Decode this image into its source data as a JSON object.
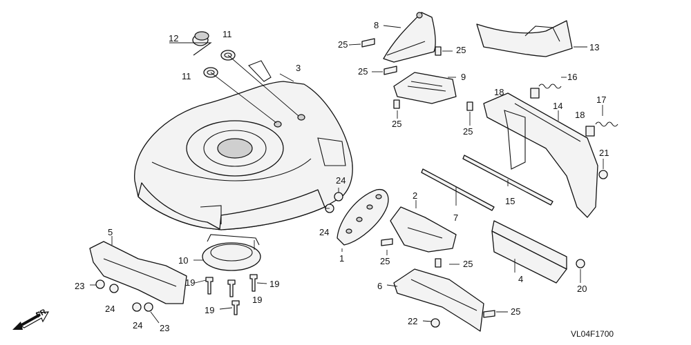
{
  "diagram_code": "VL04F1700",
  "front_indicator": "FR.",
  "callouts": [
    {
      "id": "c12",
      "text": "12"
    },
    {
      "id": "c11a",
      "text": "11"
    },
    {
      "id": "c11b",
      "text": "11"
    },
    {
      "id": "c3",
      "text": "3"
    },
    {
      "id": "c8",
      "text": "8"
    },
    {
      "id": "c25a",
      "text": "25"
    },
    {
      "id": "c25b",
      "text": "25"
    },
    {
      "id": "c25c",
      "text": "25"
    },
    {
      "id": "c9",
      "text": "9"
    },
    {
      "id": "c25d",
      "text": "25"
    },
    {
      "id": "c25e",
      "text": "25"
    },
    {
      "id": "c13",
      "text": "13"
    },
    {
      "id": "c16",
      "text": "16"
    },
    {
      "id": "c18a",
      "text": "18"
    },
    {
      "id": "c14",
      "text": "14"
    },
    {
      "id": "c17",
      "text": "17"
    },
    {
      "id": "c18b",
      "text": "18"
    },
    {
      "id": "c21",
      "text": "21"
    },
    {
      "id": "c15",
      "text": "15"
    },
    {
      "id": "c24a",
      "text": "24"
    },
    {
      "id": "c24b",
      "text": "24"
    },
    {
      "id": "c1",
      "text": "1"
    },
    {
      "id": "c2",
      "text": "2"
    },
    {
      "id": "c7",
      "text": "7"
    },
    {
      "id": "c25f",
      "text": "25"
    },
    {
      "id": "c25g",
      "text": "25"
    },
    {
      "id": "c5",
      "text": "5"
    },
    {
      "id": "c10",
      "text": "10"
    },
    {
      "id": "c19a",
      "text": "19"
    },
    {
      "id": "c19b",
      "text": "19"
    },
    {
      "id": "c19c",
      "text": "19"
    },
    {
      "id": "c19d",
      "text": "19"
    },
    {
      "id": "c23a",
      "text": "23"
    },
    {
      "id": "c24c",
      "text": "24"
    },
    {
      "id": "c24d",
      "text": "24"
    },
    {
      "id": "c23b",
      "text": "23"
    },
    {
      "id": "c4",
      "text": "4"
    },
    {
      "id": "c20",
      "text": "20"
    },
    {
      "id": "c6",
      "text": "6"
    },
    {
      "id": "c25h",
      "text": "25"
    },
    {
      "id": "c22",
      "text": "22"
    }
  ]
}
